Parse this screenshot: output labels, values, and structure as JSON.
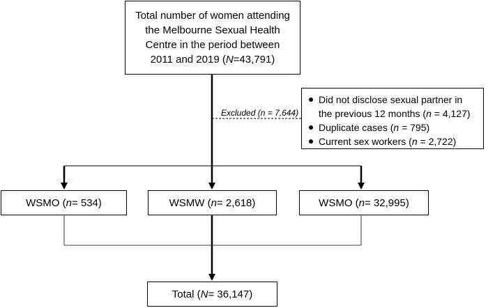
{
  "top_box": {
    "line1": "Total number of women attending",
    "line2": "the Melbourne Sexual Health",
    "line3": "Centre in the period between",
    "line4_pre": "2011 and 2019 (",
    "line4_n": "N",
    "line4_post": "=43,791)"
  },
  "excluded": {
    "label_pre": "Excluded (",
    "label_n": "n",
    "label_post": " = 7,644)",
    "items": [
      {
        "line1": "Did not disclose sexual partner in",
        "line2_pre": "the previous 12 months (",
        "n": "n",
        "line2_post": " = 4,127)"
      },
      {
        "pre": "Duplicate cases (",
        "n": "n",
        "post": " = 795)"
      },
      {
        "pre": "Current sex workers (",
        "n": "n",
        "post": " = 2,722)"
      }
    ]
  },
  "groups": {
    "left": {
      "pre": "WSMO (",
      "n": "n",
      "post": " = 534)"
    },
    "center": {
      "pre": "WSMW (",
      "n": "n",
      "post": " = 2,618)"
    },
    "right": {
      "pre": "WSMO (",
      "n": "n",
      "post": " = 32,995)"
    }
  },
  "total": {
    "pre": "Total (",
    "n": "N",
    "post": " = 36,147)"
  }
}
